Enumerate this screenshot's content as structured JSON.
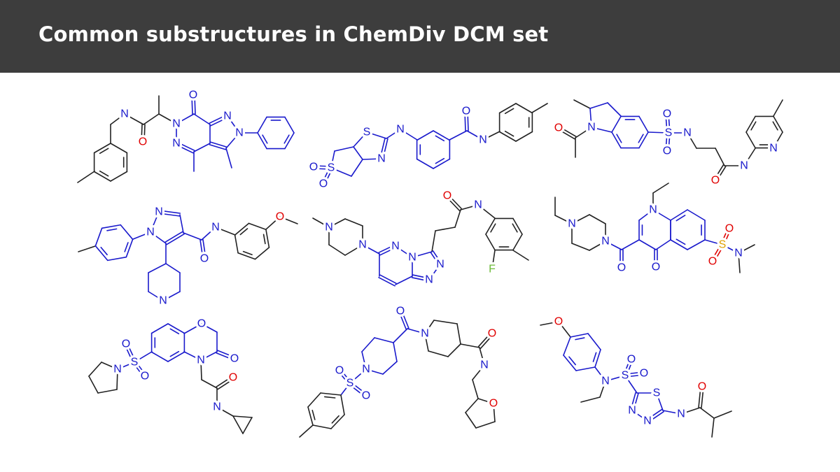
{
  "header": {
    "title": "Common substructures in ChemDiv DCM set"
  },
  "colors": {
    "header_bg": "#3d3d3d",
    "carbon_bond": "#222222",
    "highlight": "#1a1acc",
    "oxygen": "#e00000",
    "fluorine": "#6dbb3a",
    "sulfur": "#e0a000"
  },
  "molecules": [
    {
      "atoms": [
        "N",
        "O",
        "N",
        "N",
        "O",
        "N",
        "N"
      ]
    },
    {
      "atoms": [
        "S",
        "N",
        "N",
        "O",
        "N",
        "S",
        "O",
        "O"
      ]
    },
    {
      "atoms": [
        "O",
        "N",
        "S",
        "O",
        "O",
        "N",
        "O",
        "N",
        "N"
      ]
    },
    {
      "atoms": [
        "N",
        "N",
        "N",
        "O",
        "O",
        "N"
      ]
    },
    {
      "atoms": [
        "N",
        "N",
        "N",
        "N",
        "N",
        "N",
        "O",
        "N",
        "F"
      ]
    },
    {
      "atoms": [
        "N",
        "N",
        "O",
        "N",
        "O",
        "S",
        "O",
        "O",
        "N"
      ]
    },
    {
      "atoms": [
        "O",
        "N",
        "O",
        "S",
        "O",
        "O",
        "N",
        "O",
        "N"
      ]
    },
    {
      "atoms": [
        "O",
        "N",
        "O",
        "N",
        "O",
        "N",
        "S",
        "O",
        "O"
      ]
    },
    {
      "atoms": [
        "O",
        "N",
        "S",
        "O",
        "O",
        "S",
        "N",
        "N",
        "N",
        "O"
      ]
    }
  ]
}
